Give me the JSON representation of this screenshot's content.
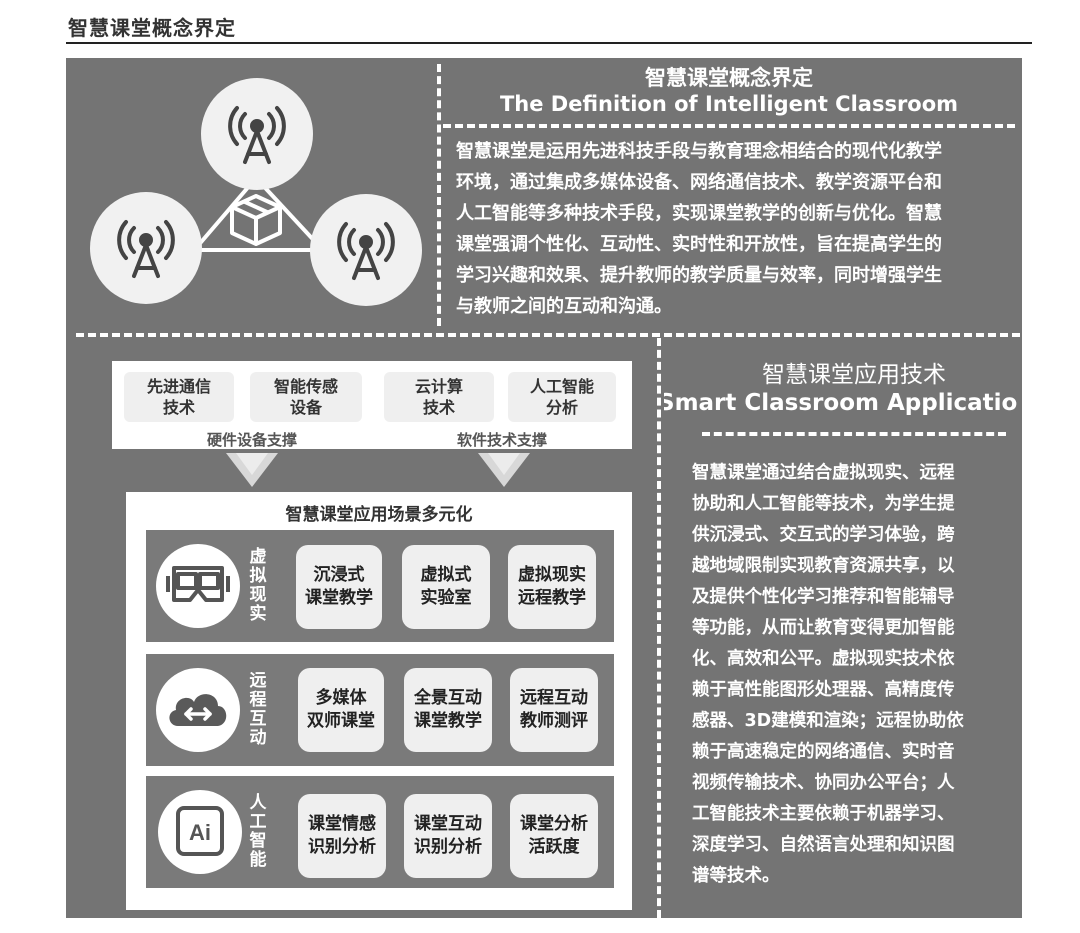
{
  "header": {
    "page_title": "智慧课堂概念界定"
  },
  "definition": {
    "title_cn": "智慧课堂概念界定",
    "title_en": "The Definition of Intelligent Classroom",
    "lines": [
      "智慧课堂是运用先进科技手段与教育理念相结合的现代化教学",
      "环境，通过集成多媒体设备、网络通信技术、教学资源平台和",
      "人工智能等多种技术手段，实现课堂教学的创新与优化。智慧",
      "课堂强调个性化、互动性、实时性和开放性，旨在提高学生的",
      "学习兴趣和效果、提升教师的教学质量与效率，同时增强学生",
      "与教师之间的互动和沟通。"
    ]
  },
  "network_icons": [
    "antenna-icon",
    "cube-icon",
    "antenna-icon",
    "antenna-icon"
  ],
  "support": {
    "chips": [
      {
        "l1": "先进通信",
        "l2": "技术"
      },
      {
        "l1": "智能传感",
        "l2": "设备"
      },
      {
        "l1": "云计算",
        "l2": "技术"
      },
      {
        "l1": "人工智能",
        "l2": "分析"
      }
    ],
    "hardware_label": "硬件设备支撑",
    "software_label": "软件技术支撑"
  },
  "scenarios": {
    "title": "智慧课堂应用场景多元化",
    "rows": [
      {
        "label": "虚拟现实",
        "icon": "vr-headset-icon",
        "chips": [
          {
            "l1": "沉浸式",
            "l2": "课堂教学"
          },
          {
            "l1": "虚拟式",
            "l2": "实验室"
          },
          {
            "l1": "虚拟现实",
            "l2": "远程教学"
          }
        ]
      },
      {
        "label": "远程互动",
        "icon": "cloud-sync-icon",
        "chips": [
          {
            "l1": "多媒体",
            "l2": "双师课堂"
          },
          {
            "l1": "全景互动",
            "l2": "课堂教学"
          },
          {
            "l1": "远程互动",
            "l2": "教师测评"
          }
        ]
      },
      {
        "label": "人工智能",
        "icon": "ai-chip-icon",
        "chips": [
          {
            "l1": "课堂情感",
            "l2": "识别分析"
          },
          {
            "l1": "课堂互动",
            "l2": "识别分析"
          },
          {
            "l1": "课堂分析",
            "l2": "活跃度"
          }
        ]
      }
    ]
  },
  "application": {
    "title_cn": "智慧课堂应用技术",
    "title_en": "Smart Classroom Applicatio",
    "lines": [
      "智慧课堂通过结合虚拟现实、远程",
      "协助和人工智能等技术，为学生提",
      "供沉浸式、交互式的学习体验，跨",
      "越地域限制实现教育资源共享，以",
      "及提供个性化学习推荐和智能辅导",
      "等功能，从而让教育变得更加智能",
      "化、高效和公平。虚拟现实技术依",
      "赖于高性能图形处理器、高精度传",
      "感器、3D建模和渲染；远程协助依",
      "赖于高速稳定的网络通信、实时音",
      "视频传输技术、协同办公平台；人",
      "工智能技术主要依赖于机器学习、",
      "深度学习、自然语言处理和知识图",
      "谱等技术。"
    ]
  },
  "colors": {
    "panel": "#747474",
    "row": "#7a7a7a",
    "chip": "#efefef",
    "accent": "#ffffff"
  }
}
